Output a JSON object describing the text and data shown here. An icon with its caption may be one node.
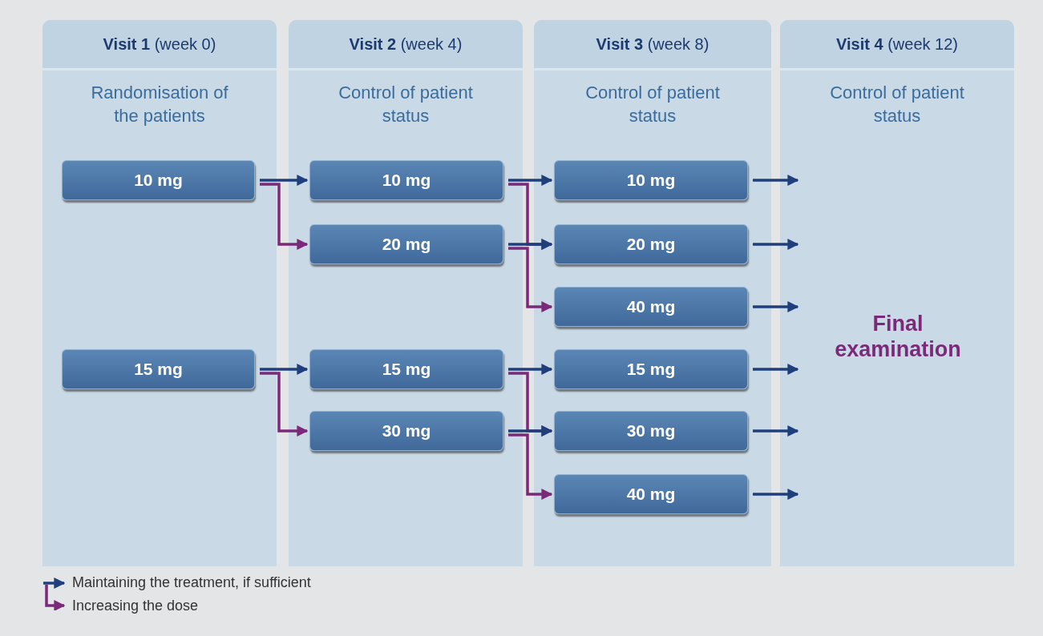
{
  "diagram": {
    "nodes": [
      {
        "text": [
          "**Visit 1** (week 0)",
          "Randomisation of the patients"
        ]
      },
      {
        "text": [
          "**Visit 2** (week 4)",
          "Control of patient status"
        ]
      },
      {
        "text": [
          "**Visit 3** (week 8)",
          "Control of patient status"
        ]
      },
      {
        "text": [
          "**Visit 4** (week 12)",
          "Control of patient status"
        ]
      },
      {
        "text": [
          "10 mg"
        ],
        "in": 0
      },
      {
        "text": [
          "15 mg"
        ],
        "in": 0
      },
      {
        "text": [
          "10 mg"
        ],
        "in": 1
      },
      {
        "text": [
          "20 mg"
        ],
        "in": 1
      },
      {
        "text": [
          "15 mg"
        ],
        "in": 1
      },
      {
        "text": [
          "30 mg"
        ],
        "in": 1
      },
      {
        "text": [
          "10 mg"
        ],
        "in": 2
      },
      {
        "text": [
          "20 mg"
        ],
        "in": 2
      },
      {
        "text": [
          "40 mg"
        ],
        "in": 2
      },
      {
        "text": [
          "15 mg"
        ],
        "in": 2
      },
      {
        "text": [
          "30 mg"
        ],
        "in": 2
      },
      {
        "text": [
          "40 mg"
        ],
        "in": 2
      },
      {
        "text": [
          "Final examination"
        ],
        "in": 3
      }
    ],
    "edges": [
      {
        "from": 4,
        "to": 6,
        "arrow": "to"
      },
      {
        "from": 4,
        "to": 7,
        "arrow": "to",
        "color": "#7a2a78"
      },
      {
        "from": 5,
        "to": 8,
        "arrow": "to"
      },
      {
        "from": 5,
        "to": 9,
        "arrow": "to",
        "color": "#7a2a78"
      },
      {
        "from": 6,
        "to": 10,
        "arrow": "to"
      },
      {
        "from": 6,
        "to": 11,
        "arrow": "to",
        "color": "#7a2a78"
      },
      {
        "from": 7,
        "to": 11,
        "arrow": "to"
      },
      {
        "from": 7,
        "to": 12,
        "arrow": "to",
        "color": "#7a2a78"
      },
      {
        "from": 8,
        "to": 13,
        "arrow": "to"
      },
      {
        "from": 8,
        "to": 14,
        "arrow": "to",
        "color": "#7a2a78"
      },
      {
        "from": 9,
        "to": 14,
        "arrow": "to"
      },
      {
        "from": 9,
        "to": 15,
        "arrow": "to",
        "color": "#7a2a78"
      },
      {
        "from": 10,
        "to": 3,
        "arrow": "to"
      },
      {
        "from": 11,
        "to": 3,
        "arrow": "to"
      },
      {
        "from": 12,
        "to": 3,
        "arrow": "to"
      },
      {
        "from": 13,
        "to": 3,
        "arrow": "to"
      },
      {
        "from": 14,
        "to": 3,
        "arrow": "to"
      },
      {
        "from": 15,
        "to": 3,
        "arrow": "to"
      }
    ],
    "legend": [
      {
        "text": "Maintaining the treatment, if sufficient"
      },
      {
        "text": "Increasing the dose"
      }
    ]
  }
}
